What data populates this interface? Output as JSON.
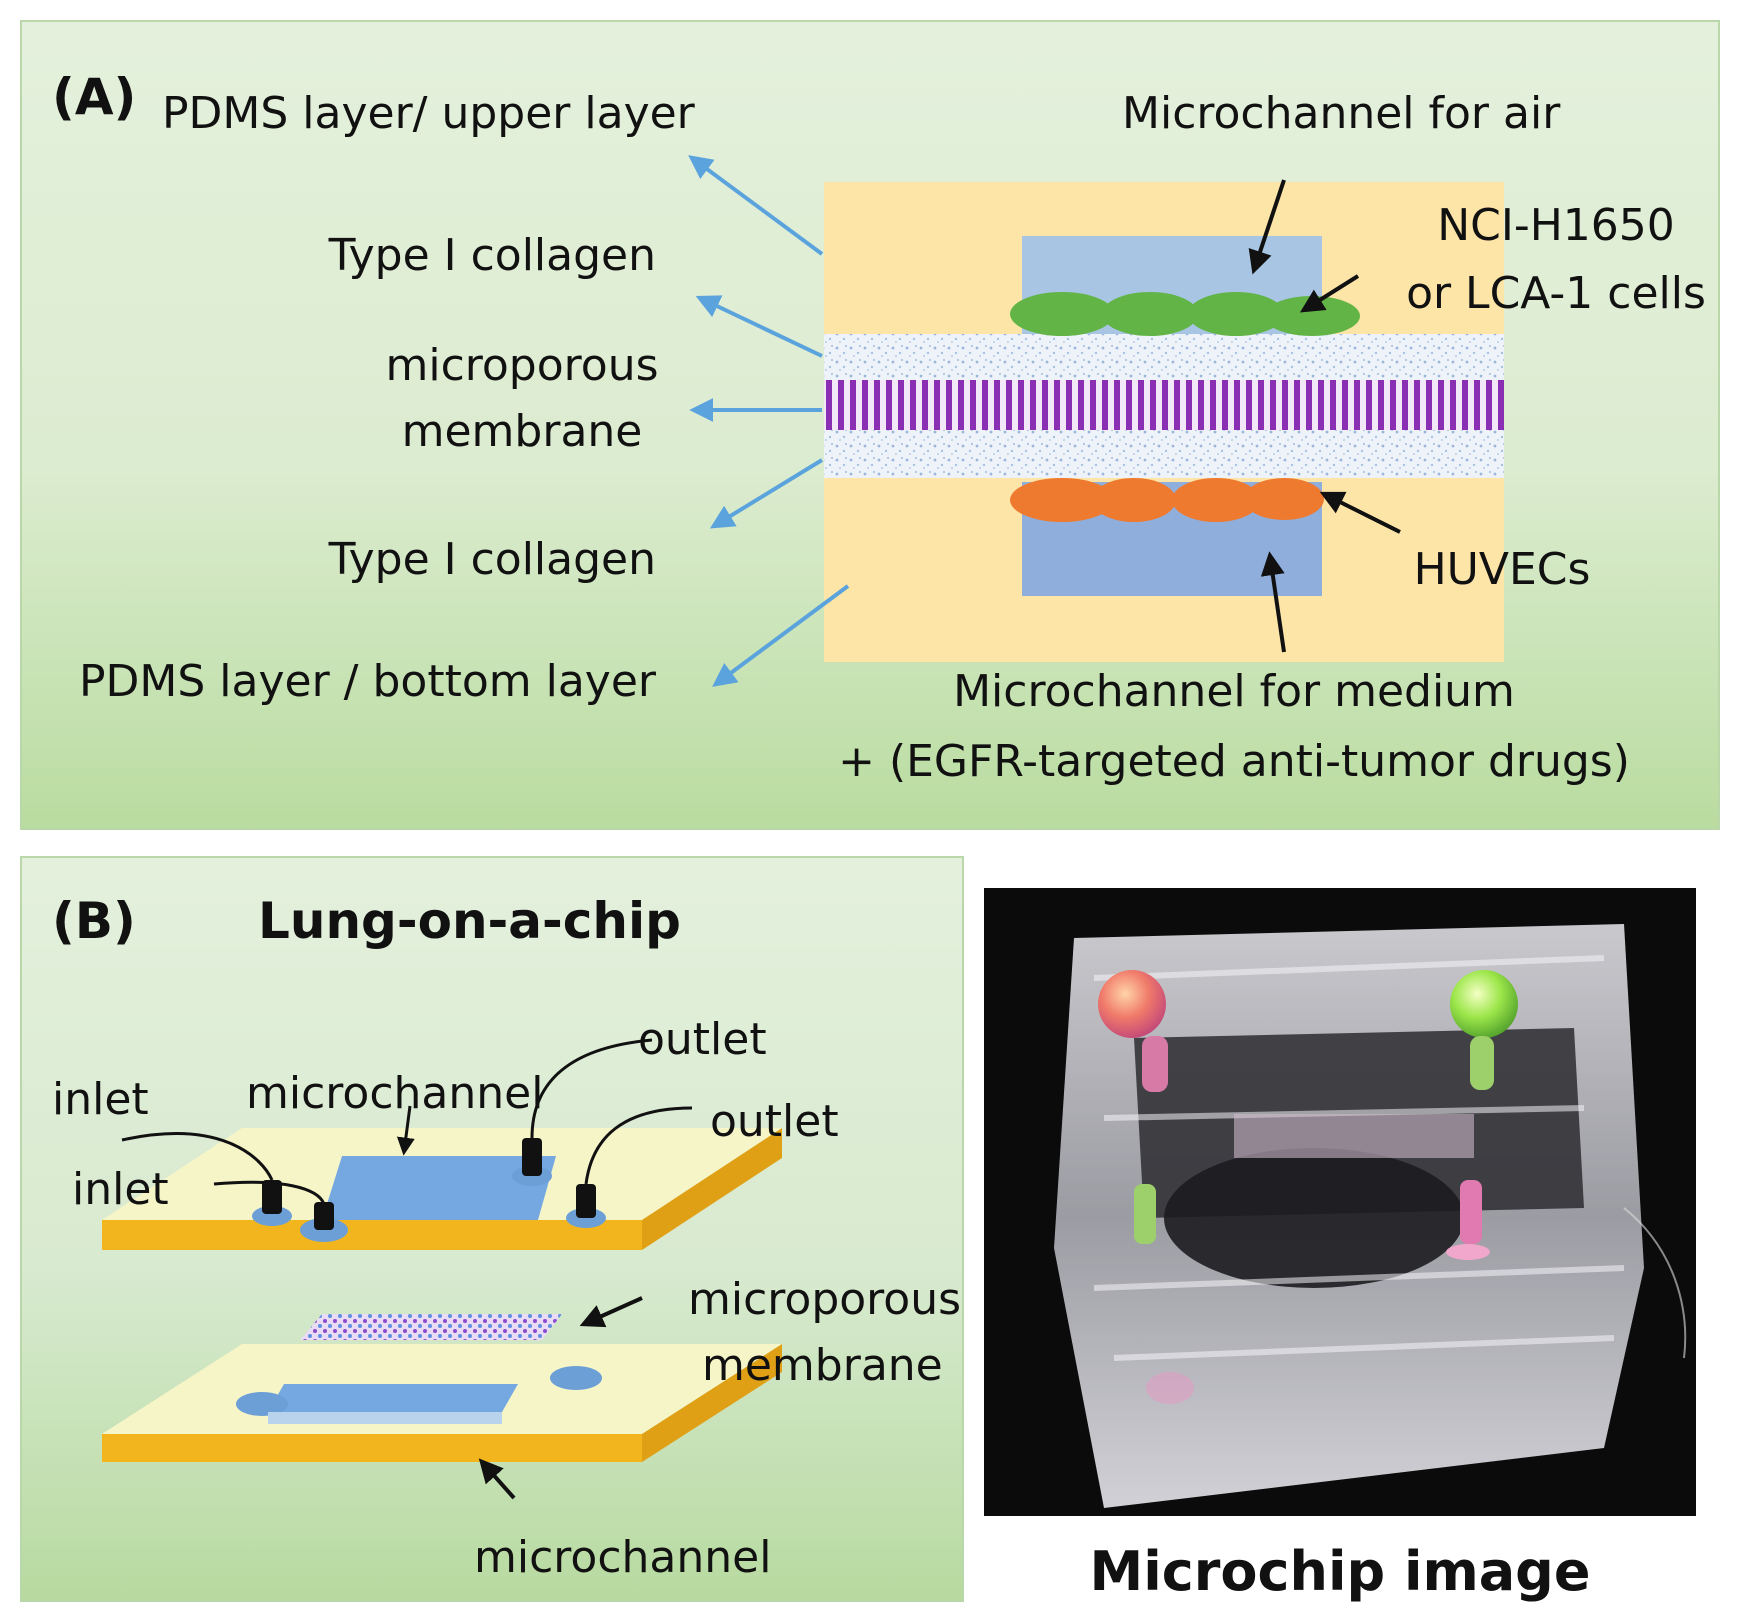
{
  "panel_a": {
    "tag": "(A)",
    "left_labels": [
      "PDMS layer/ upper layer",
      "Type I collagen",
      "microporous",
      "membrane",
      "Type I collagen",
      "PDMS layer / bottom layer"
    ],
    "air_channel_label": "Microchannel for air",
    "cells_label_1": "NCI-H1650",
    "cells_label_2": "or LCA-1 cells",
    "huvec_label": "HUVECs",
    "medium_label_1": "Microchannel for medium",
    "medium_label_2": "+ (EGFR-targeted anti-tumor drugs)"
  },
  "panel_b": {
    "tag": "(B)",
    "title": "Lung-on-a-chip",
    "inlet_1": "inlet",
    "inlet_2": "inlet",
    "microchannel_top": "microchannel",
    "outlet_1": "outlet",
    "outlet_2": "outlet",
    "membrane_1": "microporous",
    "membrane_2": "membrane",
    "microchannel_bottom": "microchannel"
  },
  "photo": {
    "caption": "Microchip image"
  },
  "colors": {
    "pdms": "#fde5a8",
    "air_channel": "#a8c6e4",
    "medium_channel": "#8faedc",
    "tumor_cells": "#62b447",
    "huvec_cells": "#ee7a2f",
    "membrane": "#8a2fb3",
    "arrow": "#5ba3dc"
  }
}
